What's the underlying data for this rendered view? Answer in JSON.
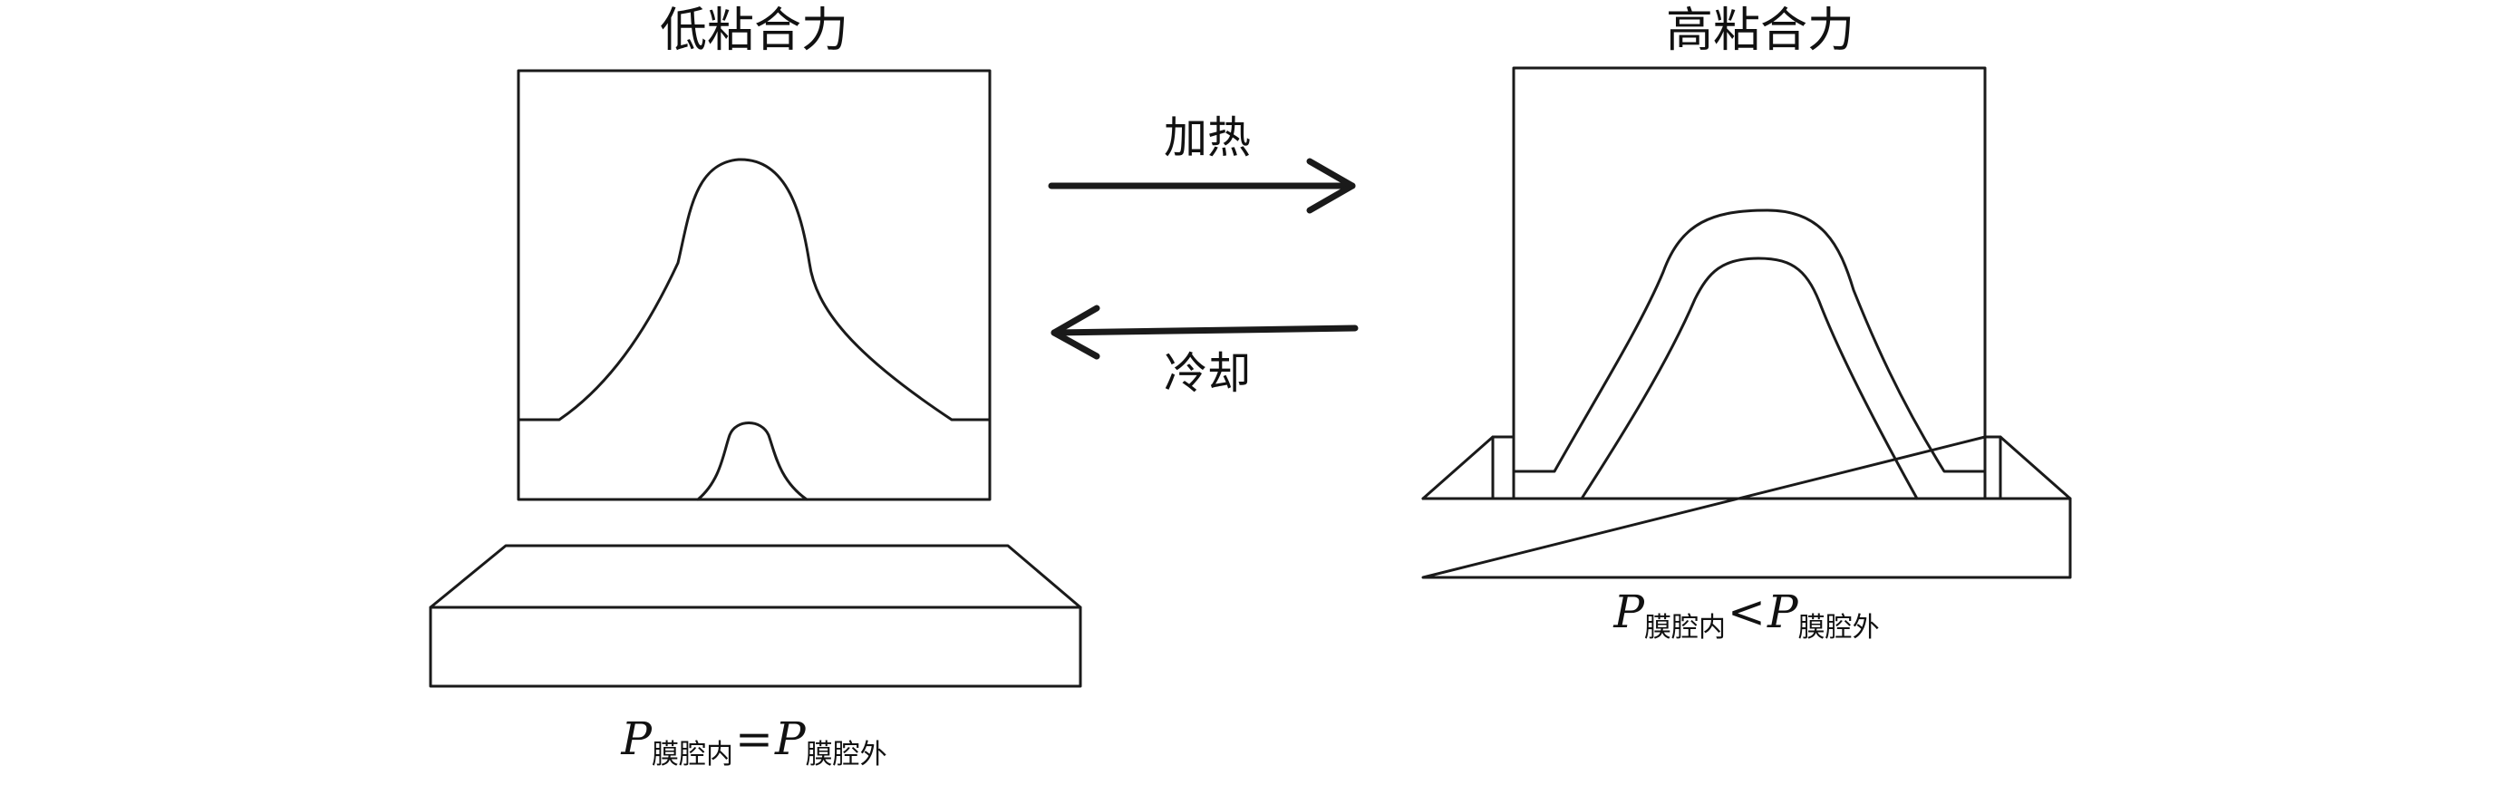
{
  "left_panel": {
    "title": "低粘合力",
    "formula": {
      "p1": "P",
      "sub1": "膜腔内",
      "op": "=",
      "p2": "P",
      "sub2": "膜腔外"
    }
  },
  "right_panel": {
    "title": "高粘合力",
    "formula": {
      "p1": "P",
      "sub1": "膜腔内",
      "op": "<",
      "p2": "P",
      "sub2": "膜腔外"
    }
  },
  "arrows": {
    "forward_label": "加热",
    "backward_label": "冷却"
  }
}
